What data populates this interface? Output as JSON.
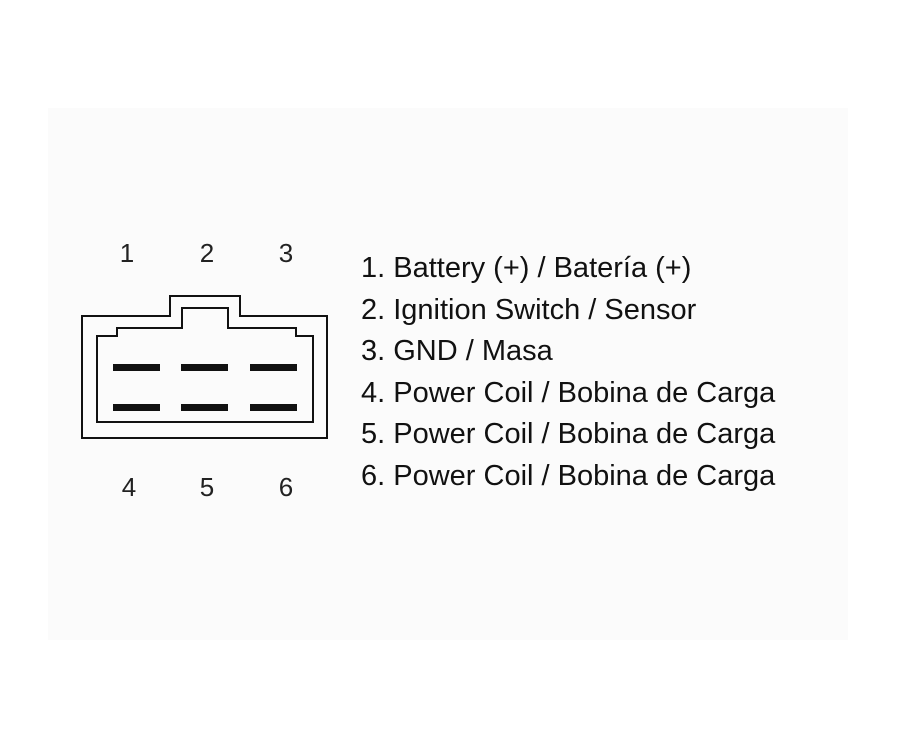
{
  "connector": {
    "top_pin_numbers": [
      "1",
      "2",
      "3"
    ],
    "bottom_pin_numbers": [
      "4",
      "5",
      "6"
    ]
  },
  "legend": [
    "1. Battery (+) / Batería (+)",
    "2. Ignition Switch / Sensor",
    "3. GND / Masa",
    "4. Power Coil / Bobina de Carga",
    "5. Power Coil / Bobina de Carga",
    "6. Power Coil / Bobina de Carga"
  ],
  "colors": {
    "line": "#111111",
    "panel": "#fbfbfb"
  }
}
